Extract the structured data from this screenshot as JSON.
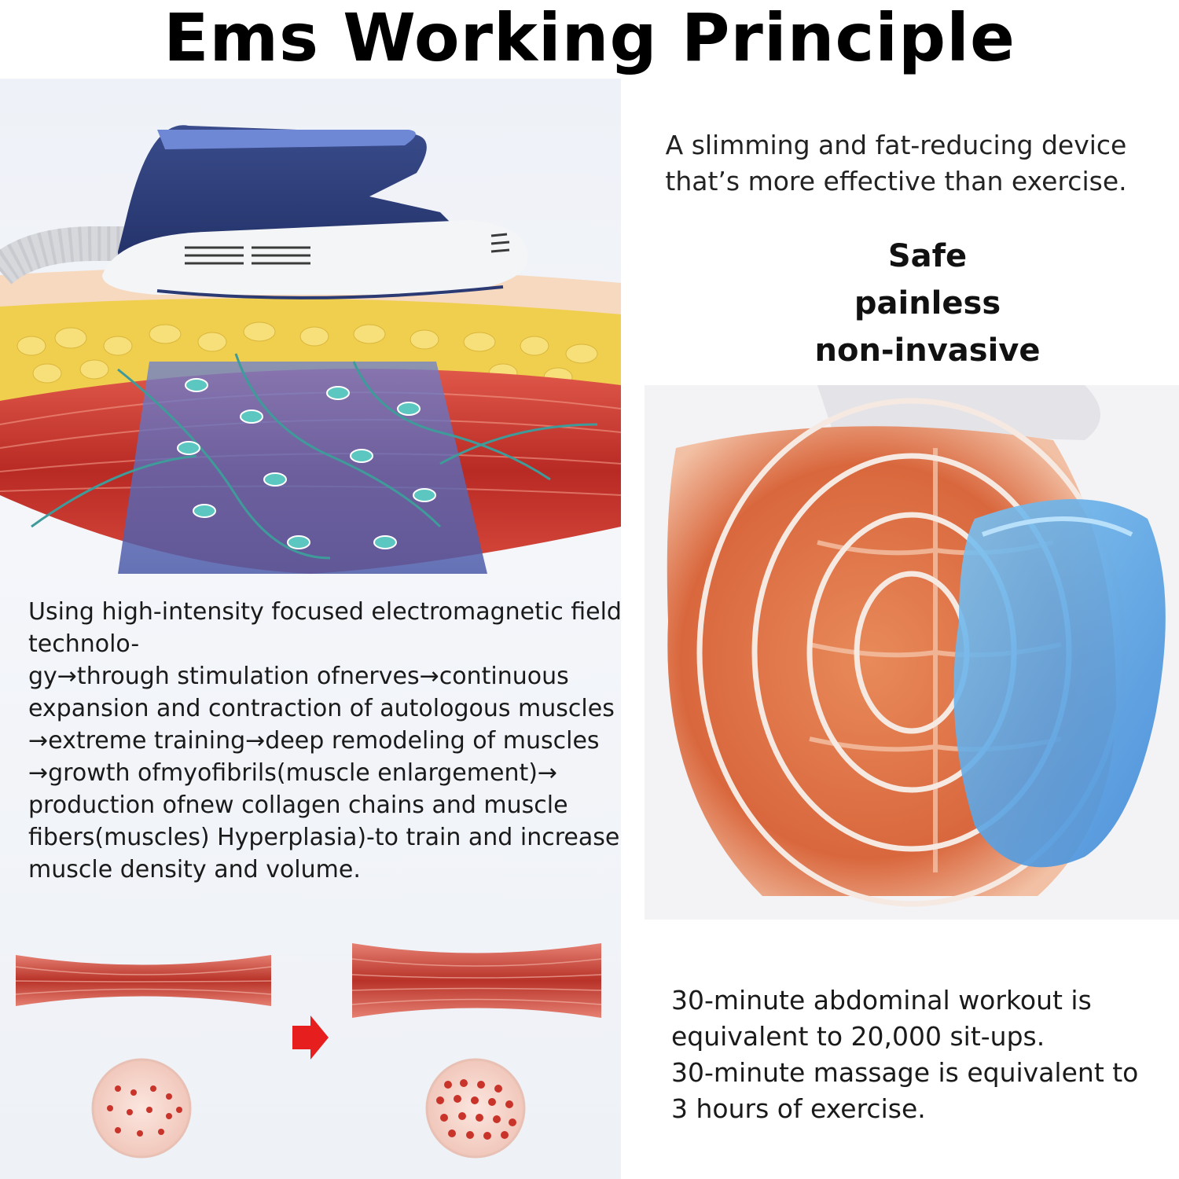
{
  "title": "Ems Working Principle",
  "tagline": {
    "line1": "A slimming and fat-reducing device",
    "line2": "that’s more effective than exercise."
  },
  "features": [
    "Safe",
    "painless",
    "non-invasive"
  ],
  "description": {
    "lines": [
      "Using high-intensity focused electromagnetic field",
      "technolo-",
      "gy→through stimulation ofnerves→continuous",
      "expansion and contraction of autologous muscles",
      "→extreme training→deep remodeling of muscles",
      "→growth ofmyofibrils(muscle enlargement)→",
      "production ofnew collagen chains and muscle",
      "fibers(muscles) Hyperplasia)-to train and increase",
      "muscle density and volume."
    ]
  },
  "benefit": {
    "lines": [
      "30-minute abdominal workout is",
      "equivalent to 20,000 sit-ups.",
      "30-minute massage is equivalent to",
      "3 hours of exercise."
    ]
  },
  "colors": {
    "device_body": "#2b3a73",
    "device_white": "#f5f6f8",
    "skin": "#f6d6b8",
    "fat": "#f2d35a",
    "muscle": "#c8362c",
    "field": "#5f6db8",
    "nerve": "#4fa0a0",
    "arrow": "#e61e1e",
    "abdomen": "#e07a50",
    "applicator": "#5aa8e6"
  },
  "icons": {
    "arrow": "red-right-arrow-icon",
    "device": "ems-applicator-device",
    "muscle_before": "thin-muscle-bundle-illustration",
    "muscle_after": "thick-muscle-bundle-illustration"
  }
}
